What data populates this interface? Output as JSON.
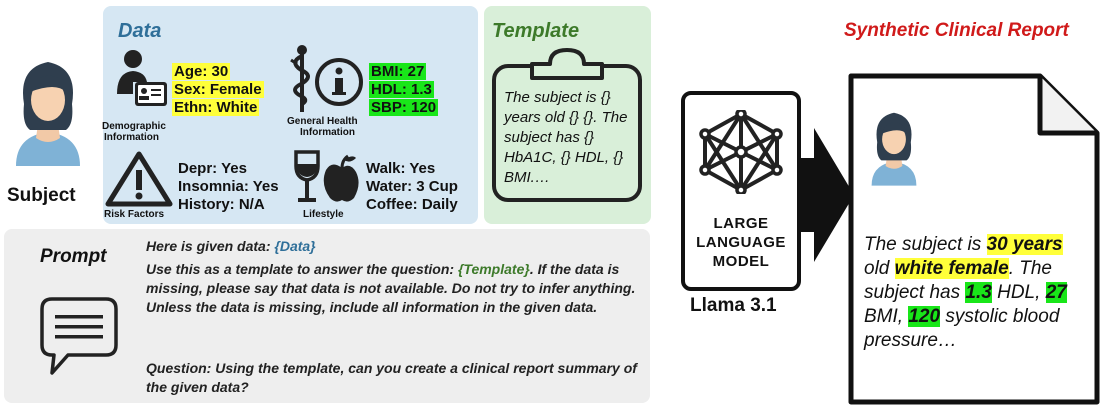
{
  "subject": {
    "label": "Subject"
  },
  "data_panel": {
    "title": "Data",
    "demographic": {
      "caption": "Demographic\nInformation",
      "lines": [
        "Age: 30",
        "Sex: Female",
        "Ethn: White"
      ]
    },
    "health": {
      "caption": "General Health\nInformation",
      "lines": [
        "BMI: 27",
        "HDL: 1.3",
        "SBP: 120"
      ]
    },
    "risk": {
      "caption": "Risk Factors",
      "lines": [
        "Depr: Yes",
        "Insomnia: Yes",
        "History: N/A"
      ]
    },
    "lifestyle": {
      "caption": "Lifestyle",
      "lines": [
        "Walk: Yes",
        "Water: 3 Cup",
        "Coffee: Daily"
      ]
    }
  },
  "template_panel": {
    "title": "Template",
    "text": "The subject is {} years old {} {}. The subject has {} HbA1C, {} HDL, {} BMI.…"
  },
  "prompt_panel": {
    "label": "Prompt",
    "line1_prefix": "Here is given data: ",
    "line1_token": "{Data}",
    "line2_prefix": "Use this as a template to answer the question: ",
    "line2_token": "{Template}",
    "line2_suffix": ". If the data is missing, please say that data is not available. Do not try to infer anything. Unless the data is missing, include all information in the given data.",
    "question": "Question: Using the template, can you create a clinical report summary of the given data?"
  },
  "llm": {
    "label_lines": [
      "LARGE",
      "LANGUAGE",
      "MODEL"
    ],
    "name": "Llama 3.1"
  },
  "report": {
    "title": "Synthetic Clinical Report",
    "t1": "The subject is ",
    "h1": "30 years",
    "t2": " old ",
    "h2": "white female",
    "t3": ". The subject has ",
    "h3": "1.3",
    "t4": " HDL, ",
    "h4": "27",
    "t5": " BMI, ",
    "h5": "120",
    "t6": " systolic blood pressure…"
  },
  "colors": {
    "data_title": "#2f6f99",
    "template_title": "#3d7a2a",
    "report_title": "#d01a1a",
    "highlight_yellow": "#ffff3a",
    "highlight_green": "#19e619"
  }
}
